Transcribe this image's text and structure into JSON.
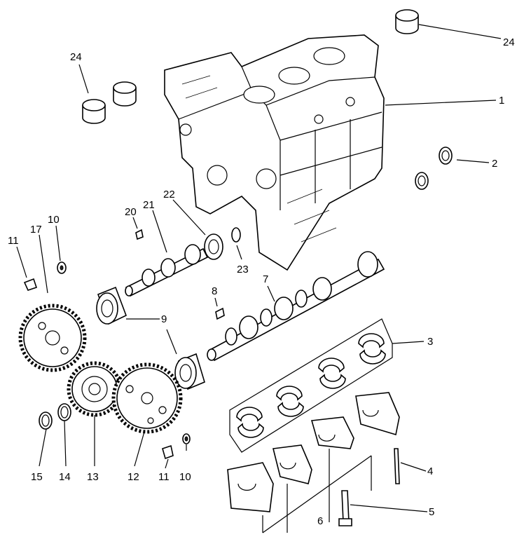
{
  "diagram": {
    "callouts": [
      {
        "id": "1",
        "label": "1"
      },
      {
        "id": "2",
        "label": "2"
      },
      {
        "id": "3",
        "label": "3"
      },
      {
        "id": "4",
        "label": "4"
      },
      {
        "id": "5",
        "label": "5"
      },
      {
        "id": "6",
        "label": "6"
      },
      {
        "id": "7",
        "label": "7"
      },
      {
        "id": "8",
        "label": "8"
      },
      {
        "id": "9",
        "label": "9"
      },
      {
        "id": "10a",
        "label": "10"
      },
      {
        "id": "10b",
        "label": "10"
      },
      {
        "id": "11a",
        "label": "11"
      },
      {
        "id": "11b",
        "label": "11"
      },
      {
        "id": "12",
        "label": "12"
      },
      {
        "id": "13",
        "label": "13"
      },
      {
        "id": "14",
        "label": "14"
      },
      {
        "id": "15",
        "label": "15"
      },
      {
        "id": "17",
        "label": "17"
      },
      {
        "id": "20",
        "label": "20"
      },
      {
        "id": "21",
        "label": "21"
      },
      {
        "id": "22",
        "label": "22"
      },
      {
        "id": "23",
        "label": "23"
      },
      {
        "id": "24a",
        "label": "24"
      },
      {
        "id": "24b",
        "label": "24"
      }
    ]
  }
}
